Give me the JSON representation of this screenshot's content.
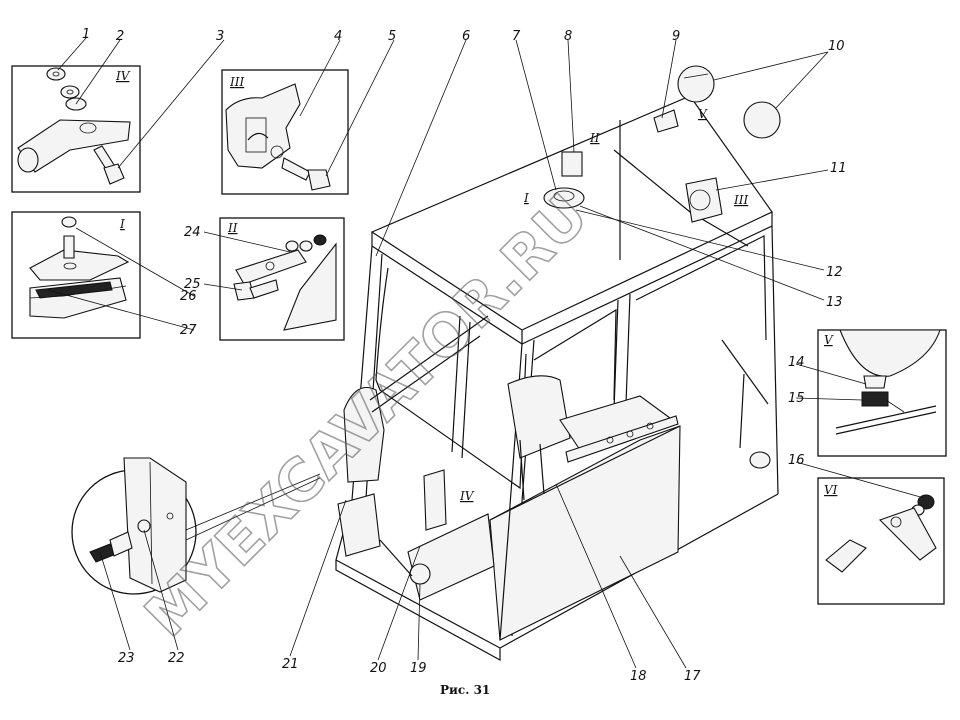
{
  "caption": "Рис. 31",
  "watermark": "MYEXCAVATOR.RU",
  "callouts": [
    "1",
    "2",
    "3",
    "4",
    "5",
    "6",
    "7",
    "8",
    "9",
    "10",
    "11",
    "12",
    "13",
    "14",
    "15",
    "16",
    "17",
    "18",
    "19",
    "20",
    "21",
    "22",
    "23",
    "24",
    "25",
    "26",
    "27"
  ],
  "views": {
    "iv_inset": "IV",
    "iii_inset": "III",
    "i_inset": "I",
    "ii_inset": "II",
    "v_inset": "V",
    "vi_inset": "VI",
    "i_cab": "I",
    "ii_cab": "II",
    "iii_cab": "III",
    "iv_cab": "IV",
    "v_cab": "V"
  }
}
